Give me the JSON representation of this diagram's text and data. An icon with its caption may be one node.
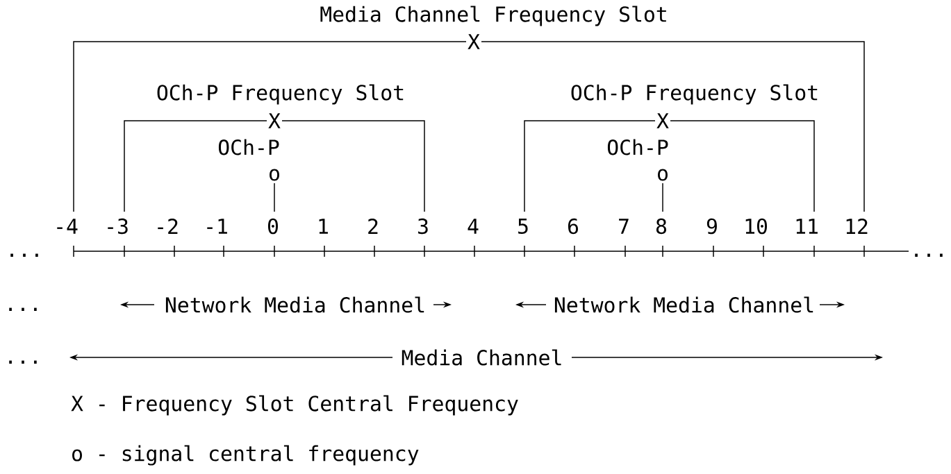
{
  "diagram": {
    "nodes": [
      {
        "text": [
          "Media Channel Frequency Slot"
        ]
      },
      {
        "text": [
          "OCh-P Frequency Slot"
        ],
        "in": 0
      },
      {
        "text": [
          "OCh-P"
        ],
        "in": 1
      },
      {
        "text": [
          "OCh-P Frequency Slot"
        ],
        "in": 0
      },
      {
        "text": [
          "OCh-P"
        ],
        "in": 3
      }
    ],
    "labels": [
      "X",
      "X",
      "X",
      "o",
      "o",
      "-4",
      "-3",
      "-2",
      "-1",
      "0",
      "1",
      "2",
      "3",
      "4",
      "5",
      "6",
      "7",
      "8",
      "9",
      "10",
      "11",
      "12",
      "...",
      "...",
      "...",
      "Network Media Channel",
      "Network Media Channel",
      "...",
      "Media Channel",
      "X - Frequency Slot Central Frequency",
      "o - signal central frequency"
    ]
  }
}
